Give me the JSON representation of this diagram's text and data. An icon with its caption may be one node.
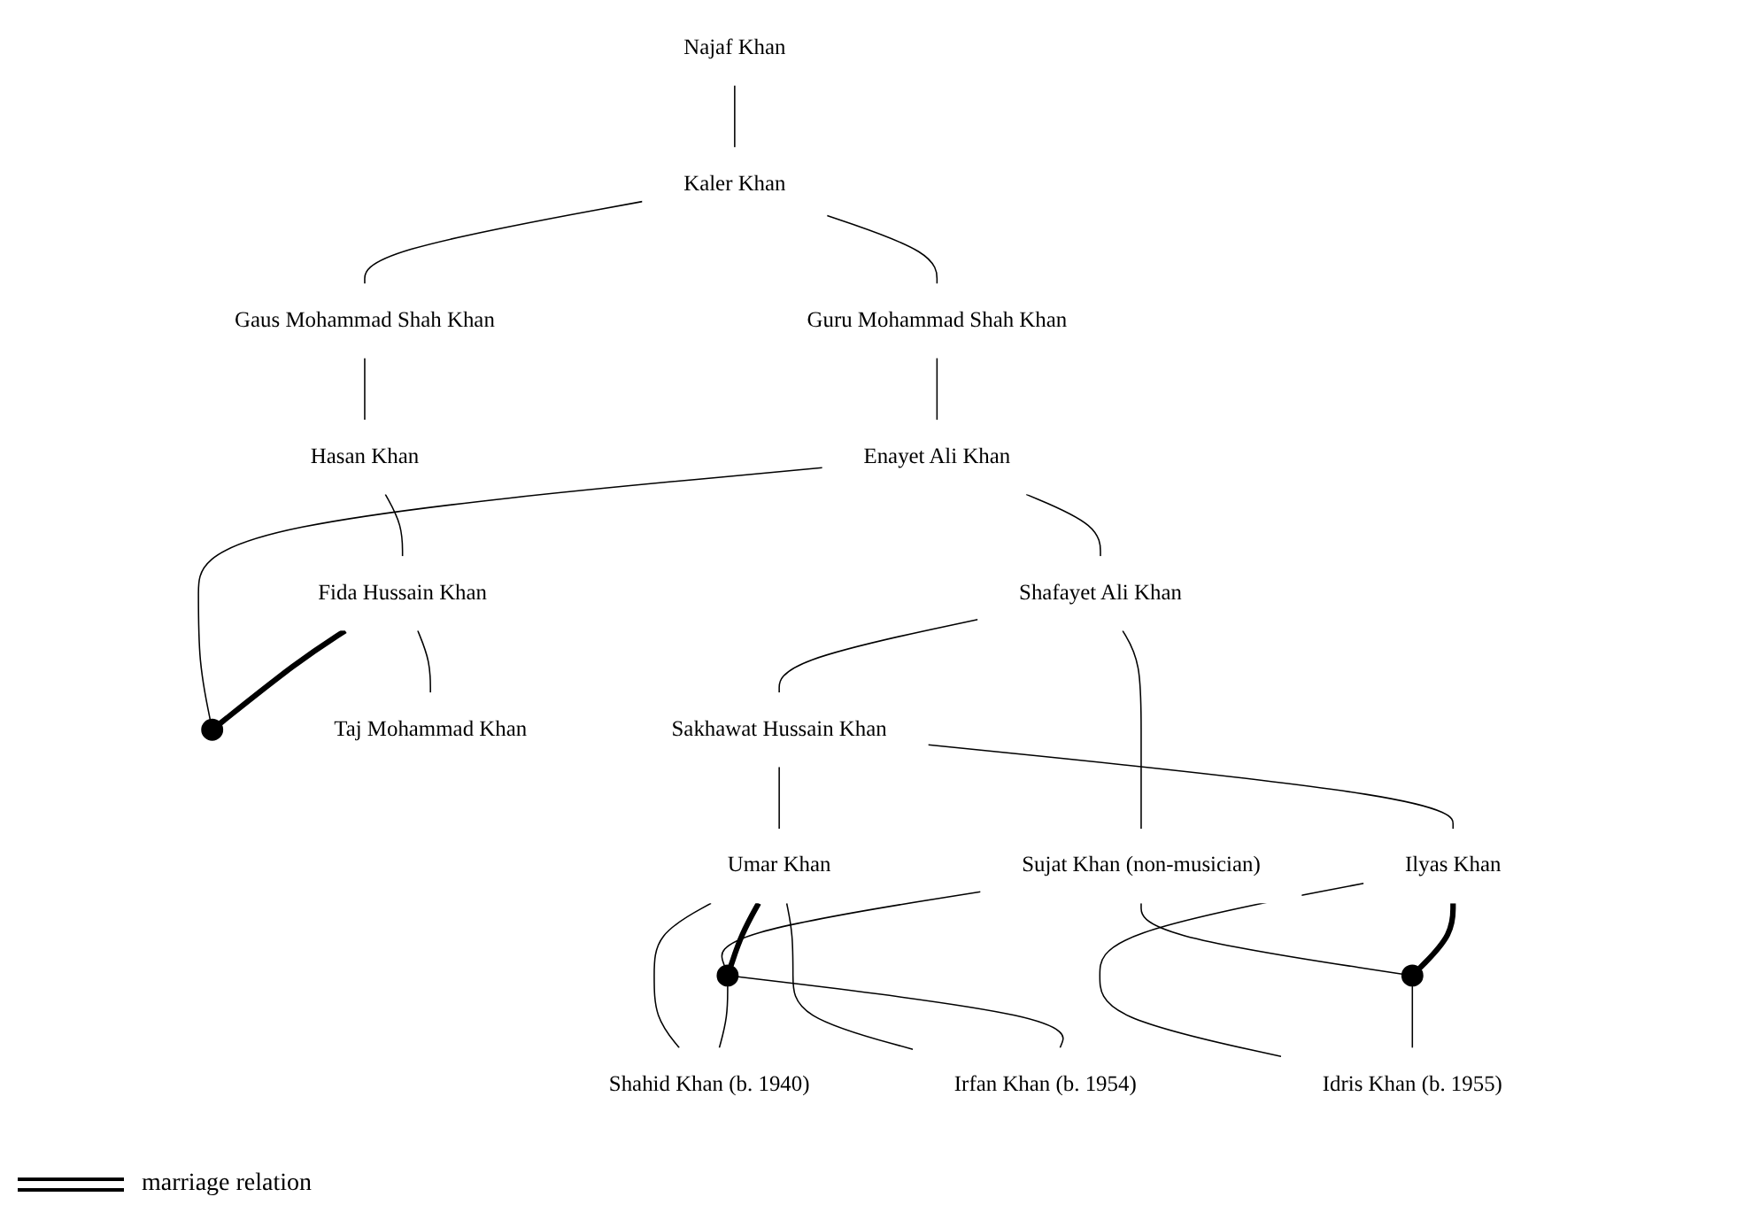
{
  "diagram": {
    "nodes": [
      {
        "text": [
          "Najaf Khan"
        ]
      },
      {
        "text": [
          "Kaler Khan"
        ]
      },
      {
        "text": [
          "Gaus Mohammad Shah Khan"
        ]
      },
      {
        "text": [
          "Guru Mohammad Shah Khan"
        ]
      },
      {
        "text": [
          "Hasan Khan"
        ]
      },
      {
        "text": [
          "Enayet Ali Khan"
        ]
      },
      {
        "text": [
          "Fida Hussain Khan"
        ]
      },
      {
        "text": [],
        "shape": "circle"
      },
      {
        "text": [
          "Shafayet Ali Khan"
        ]
      },
      {
        "text": [
          "Taj Mohammad Khan"
        ]
      },
      {
        "text": [
          "Sakhawat Hussain Khan"
        ]
      },
      {
        "text": [
          "Sujat Khan (non-musician)"
        ]
      },
      {
        "text": [
          "Umar Khan"
        ]
      },
      {
        "text": [
          "Ilyas Khan"
        ]
      },
      {
        "text": [],
        "shape": "circle"
      },
      {
        "text": [],
        "shape": "circle"
      },
      {
        "text": [
          "Shahid Khan (b. 1940)"
        ]
      },
      {
        "text": [
          "Irfan Khan (b. 1954)"
        ]
      },
      {
        "text": [
          "Idris Khan (b. 1955)"
        ]
      }
    ],
    "edges": [
      {
        "from": 0,
        "to": 1,
        "arrow": "none"
      },
      {
        "from": 1,
        "to": 2,
        "arrow": "none"
      },
      {
        "from": 1,
        "to": 3,
        "arrow": "none"
      },
      {
        "from": 2,
        "to": 4,
        "arrow": "none"
      },
      {
        "from": 3,
        "to": 5,
        "arrow": "none"
      },
      {
        "from": 4,
        "to": 6,
        "arrow": "none"
      },
      {
        "from": 5,
        "to": 7,
        "arrow": "none"
      },
      {
        "from": 5,
        "to": 8,
        "arrow": "none"
      },
      {
        "from": 6,
        "to": 7,
        "arrow": "none",
        "style": "thick"
      },
      {
        "from": 6,
        "to": 9,
        "arrow": "none"
      },
      {
        "from": 8,
        "to": 10,
        "arrow": "none"
      },
      {
        "from": 8,
        "to": 11,
        "arrow": "none"
      },
      {
        "from": 10,
        "to": 12,
        "arrow": "none"
      },
      {
        "from": 10,
        "to": 13,
        "arrow": "none"
      },
      {
        "from": 11,
        "to": 14,
        "arrow": "none"
      },
      {
        "from": 11,
        "to": 15,
        "arrow": "none"
      },
      {
        "from": 12,
        "to": 14,
        "arrow": "none",
        "style": "thick"
      },
      {
        "from": 13,
        "to": 15,
        "arrow": "none",
        "style": "thick"
      },
      {
        "from": 12,
        "to": 16,
        "arrow": "none"
      },
      {
        "from": 12,
        "to": 17,
        "arrow": "none"
      },
      {
        "from": 14,
        "to": 16,
        "arrow": "none"
      },
      {
        "from": 14,
        "to": 17,
        "arrow": "none"
      },
      {
        "from": 13,
        "to": 18,
        "arrow": "none"
      },
      {
        "from": 15,
        "to": 18,
        "arrow": "none"
      }
    ],
    "legend": [
      {
        "text": "marriage relation"
      }
    ]
  }
}
